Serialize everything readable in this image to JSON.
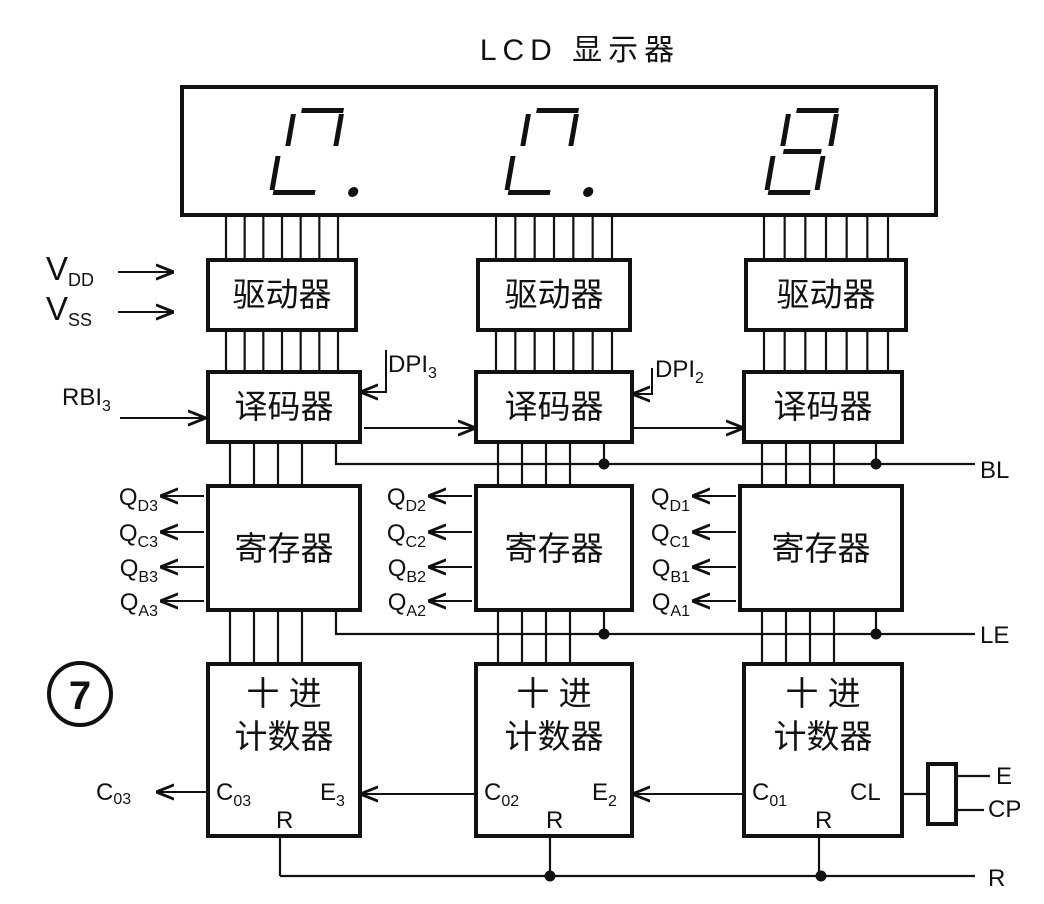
{
  "title": "LCD 显示器",
  "supply": {
    "vdd": "V",
    "vdd_sub": "DD",
    "vss": "V",
    "vss_sub": "SS"
  },
  "figure_number": "7",
  "blocks": {
    "driver": "驱动器",
    "decoder": "译码器",
    "register": "寄存器",
    "counter_line1": "十 进",
    "counter_line2": "计数器"
  },
  "signals": {
    "rbi3": "RBI",
    "rbi3_sub": "3",
    "dpi3": "DPI",
    "dpi3_sub": "3",
    "dpi2": "DPI",
    "dpi2_sub": "2",
    "bl": "BL",
    "le": "LE",
    "r": "R",
    "e": "E",
    "cp": "CP",
    "co3_out": "C",
    "co3_out_sub": "03"
  },
  "outputs": {
    "stage3": [
      {
        "main": "Q",
        "sub": "D3"
      },
      {
        "main": "Q",
        "sub": "C3"
      },
      {
        "main": "Q",
        "sub": "B3"
      },
      {
        "main": "Q",
        "sub": "A3"
      }
    ],
    "stage2": [
      {
        "main": "Q",
        "sub": "D2"
      },
      {
        "main": "Q",
        "sub": "C2"
      },
      {
        "main": "Q",
        "sub": "B2"
      },
      {
        "main": "Q",
        "sub": "A2"
      }
    ],
    "stage1": [
      {
        "main": "Q",
        "sub": "D1"
      },
      {
        "main": "Q",
        "sub": "C1"
      },
      {
        "main": "Q",
        "sub": "B1"
      },
      {
        "main": "Q",
        "sub": "A1"
      }
    ]
  },
  "counter_pins": {
    "stage3": {
      "c": "C",
      "c_sub": "03",
      "e": "E",
      "e_sub": "3",
      "r": "R"
    },
    "stage2": {
      "c": "C",
      "c_sub": "02",
      "e": "E",
      "e_sub": "2",
      "r": "R"
    },
    "stage1": {
      "c": "C",
      "c_sub": "01",
      "cl": "CL",
      "r": "R"
    }
  }
}
